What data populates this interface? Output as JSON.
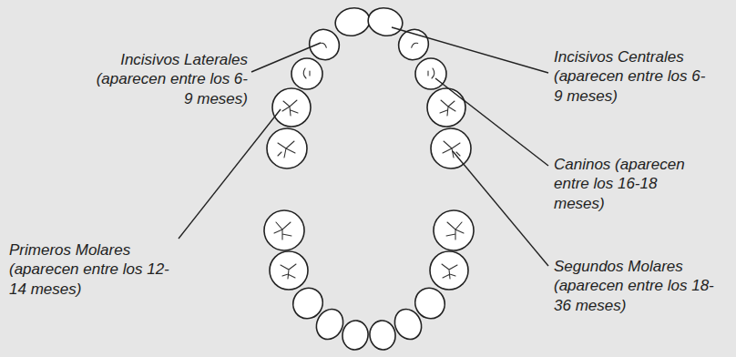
{
  "diagram": {
    "labels": [
      "Incisivos Laterales (aparecen entre los 6-9 meses)",
      "Incisivos Centrales (aparecen entre los 6-9 meses)",
      "Caninos (aparecen entre los 16-18 meses)",
      "Primeros Molares (aparecen entre los 12-14 meses)",
      "Segundos Molares (aparecen entre los 18-36 meses)"
    ]
  }
}
